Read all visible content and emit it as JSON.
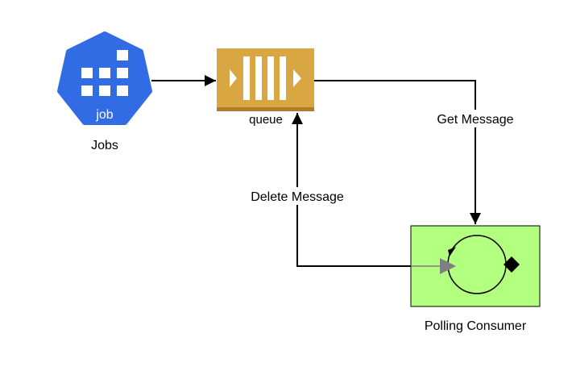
{
  "nodes": {
    "jobs": {
      "icon_text": "job",
      "label": "Jobs"
    },
    "queue": {
      "label": "queue"
    },
    "consumer": {
      "label": "Polling Consumer"
    }
  },
  "edges": {
    "jobs_to_queue": {
      "label": ""
    },
    "get_message": {
      "label": "Get Message"
    },
    "delete_message": {
      "label": "Delete Message"
    }
  },
  "colors": {
    "k8s_blue": "#326CE5",
    "queue_gold": "#D9A741",
    "queue_shadow": "#B07D2B",
    "consumer_fill": "#B3FF80",
    "consumer_inner": "#9EF068",
    "line": "#000000",
    "gray_arrow": "#7F7F7F"
  },
  "icons": {
    "jobs": "kubernetes-job-icon",
    "queue": "message-queue-icon",
    "consumer": "polling-consumer-icon"
  }
}
